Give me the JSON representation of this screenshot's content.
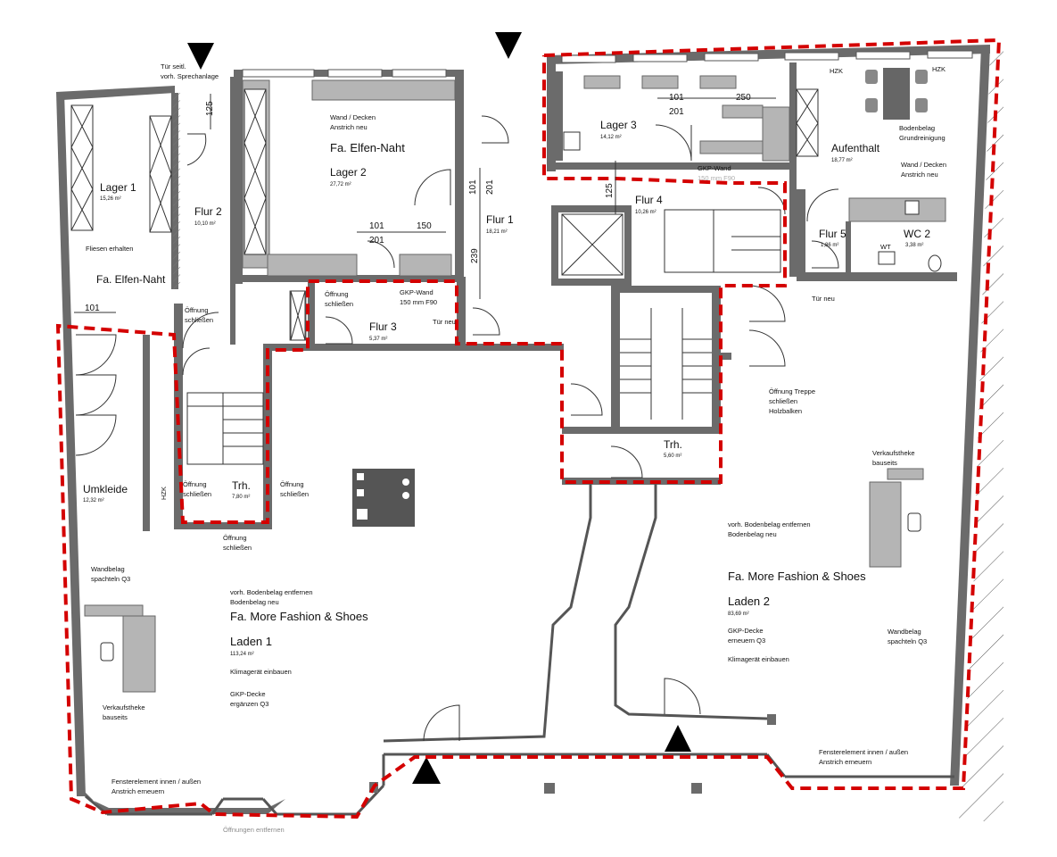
{
  "rooms": {
    "lager1": {
      "name": "Lager 1",
      "area": "15,26 m²"
    },
    "flur2": {
      "name": "Flur 2",
      "area": "10,10 m²"
    },
    "lager2": {
      "name": "Lager 2",
      "area": "27,72 m²"
    },
    "flur1": {
      "name": "Flur 1",
      "area": "18,21 m²"
    },
    "lager3": {
      "name": "Lager 3",
      "area": "14,12 m²"
    },
    "aufenthalt": {
      "name": "Aufenthalt",
      "area": "18,77 m²"
    },
    "flur4": {
      "name": "Flur 4",
      "area": "10,26 m²"
    },
    "flur5": {
      "name": "Flur 5",
      "area": "1,86 m²"
    },
    "wc2": {
      "name": "WC 2",
      "area": "3,38 m²"
    },
    "flur3": {
      "name": "Flur 3",
      "area": "5,37 m²"
    },
    "umkleide": {
      "name": "Umkleide",
      "area": "12,32 m²"
    },
    "trh1": {
      "name": "Trh.",
      "area": "7,80 m²"
    },
    "trh2": {
      "name": "Trh.",
      "area": "5,60 m²"
    },
    "laden1": {
      "name": "Laden 1",
      "area": "113,24 m²"
    },
    "laden2": {
      "name": "Laden 2",
      "area": "83,69 m²"
    }
  },
  "tenants": {
    "elfen_naht_left": "Fa. Elfen-Naht",
    "elfen_naht_lager2": "Fa. Elfen-Naht",
    "more_fashion_1": "Fa. More Fashion & Shoes",
    "more_fashion_2": "Fa. More Fashion & Shoes"
  },
  "notes": {
    "tuer_sprech_1": "Tür seitl.",
    "tuer_sprech_2": "vorh. Sprechanlage",
    "wand_decken_l2_1": "Wand / Decken",
    "wand_decken_l2_2": "Anstrich neu",
    "fliesen": "Fliesen erhalten",
    "gkp_wand_l3_1": "GKP-Wand",
    "gkp_wand_l3_2": "150 mm F90",
    "bodenbelag_auf_1": "Bodenbelag",
    "bodenbelag_auf_2": "Grundreinigung",
    "wand_decken_auf_1": "Wand / Decken",
    "wand_decken_auf_2": "Anstrich neu",
    "oeffnung_flur2_1": "Öffnung",
    "oeffnung_flur2_2": "schließen",
    "oeffnung_flur3_1": "Öffnung",
    "oeffnung_flur3_2": "schließen",
    "gkp_flur3_1": "GKP-Wand",
    "gkp_flur3_2": "150 mm F90",
    "tuer_neu_flur3": "Tür neu",
    "tuer_neu_wc": "Tür neu",
    "oeffnung_treppe_1": "Öffnung Treppe",
    "oeffnung_treppe_2": "schließen",
    "oeffnung_treppe_3": "Holzbalken",
    "verkaufstheke_r_1": "Verkaufstheke",
    "verkaufstheke_r_2": "bauseits",
    "oeffnung_trh_l_1": "Öffnung",
    "oeffnung_trh_l_2": "schließen",
    "oeffnung_trh_r_1": "Öffnung",
    "oeffnung_trh_r_2": "schließen",
    "oeffnung_unten_1": "Öffnung",
    "oeffnung_unten_2": "schließen",
    "wandbelag_l_1": "Wandbelag",
    "wandbelag_l_2": "spachteln Q3",
    "boden_l_1": "vorh. Bodenbelag entfernen",
    "boden_l_2": "Bodenbelag neu",
    "klima_l": "Klimagerät einbauen",
    "gkp_decke_l_1": "GKP-Decke",
    "gkp_decke_l_2": "ergänzen Q3",
    "verkaufstheke_l_1": "Verkaufstheke",
    "verkaufstheke_l_2": "bauseits",
    "fenster_l_1": "Fensterelement innen / außen",
    "fenster_l_2": "Anstrich erneuern",
    "boden_r_1": "vorh. Bodenbelag entfernen",
    "boden_r_2": "Bodenbelag neu",
    "gkp_decke_r_1": "GKP-Decke",
    "gkp_decke_r_2": "erneuern Q3",
    "klima_r": "Klimagerät einbauen",
    "wandbelag_r_1": "Wandbelag",
    "wandbelag_r_2": "spachteln Q3",
    "fenster_r_1": "Fensterelement innen / außen",
    "fenster_r_2": "Anstrich erneuern",
    "bottom_cut": "Öffnungen entfernen"
  },
  "dims": {
    "d125_flur2": "125",
    "d101_l2": "101",
    "d201_l2": "201",
    "d150_l2": "150",
    "d101_flur1": "101",
    "d201_flur1": "201",
    "d239": "239",
    "d101_l3": "101",
    "d201_l3": "201",
    "d250": "250",
    "d125_flur4": "125",
    "d101_left": "101"
  },
  "labels": {
    "hzk1": "HZK",
    "hzk2": "HZK",
    "hzk3": "HZK",
    "wt": "WT"
  },
  "colors": {
    "renovation_boundary": "#d40000",
    "wall": "#6b6b6b",
    "furniture": "#b5b5b5"
  }
}
